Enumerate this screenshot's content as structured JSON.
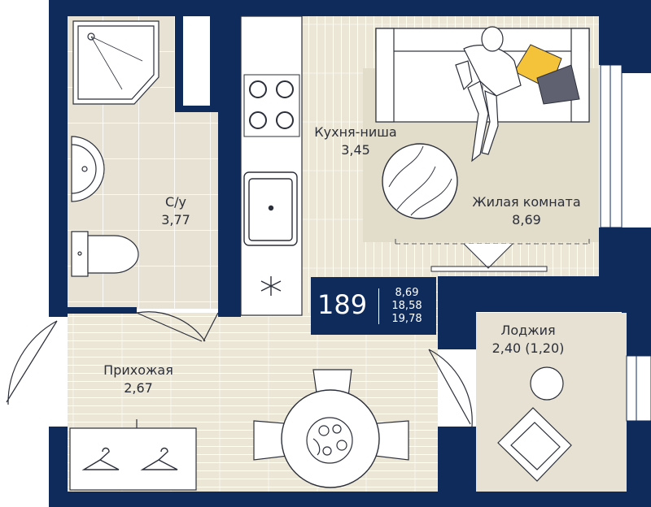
{
  "colors": {
    "wall": "#0e2b5b",
    "floor_tile": "#e7e2d3",
    "floor_tile_line": "#ffffff",
    "floor_wood": "#ece6d6",
    "floor_wood_line": "#ffffff",
    "living_rug": "#e2dccb",
    "furniture_stroke": "#2b2f3a",
    "pillow_yellow": "#f5c33a",
    "pillow_gray": "#5f6070",
    "badge_bg": "#0e2b5b",
    "badge_text": "#ffffff"
  },
  "rooms": {
    "bathroom": {
      "name": "С/у",
      "area": "3,77"
    },
    "kitchen": {
      "name": "Кухня-ниша",
      "area": "3,45"
    },
    "living": {
      "name": "Жилая комната",
      "area": "8,69"
    },
    "hallway": {
      "name": "Прихожая",
      "area": "2,67"
    },
    "loggia": {
      "name": "Лоджия",
      "area": "2,40 (1,20)"
    }
  },
  "badge": {
    "number": "189",
    "living_area": "8,69",
    "total_area": "18,58",
    "total_with_loggia": "19,78"
  },
  "icons": [
    "shower-tray-icon",
    "sink-icon",
    "toilet-icon",
    "stove-icon",
    "kitchen-sink-icon",
    "fridge-snowflake-icon",
    "sofa-icon",
    "person-icon",
    "pillow-icon",
    "round-table-icon",
    "chair-icon",
    "plate-icon",
    "hanger-icon",
    "armchair-icon",
    "door-icon"
  ]
}
